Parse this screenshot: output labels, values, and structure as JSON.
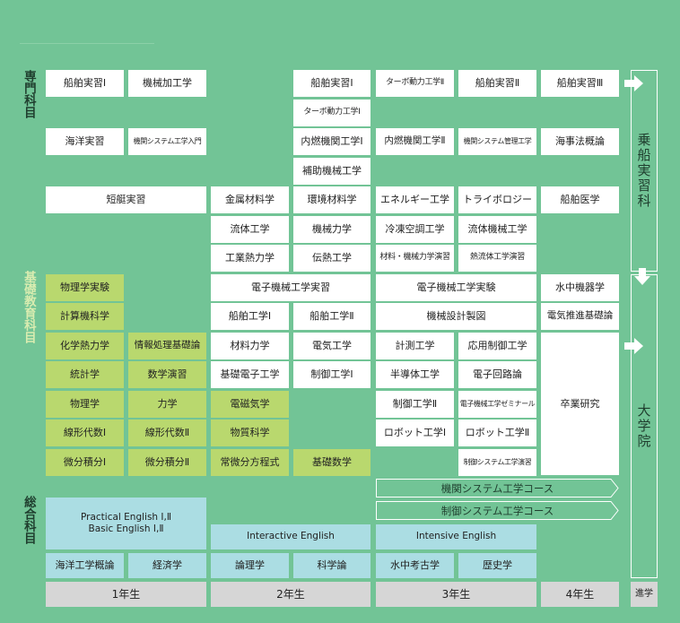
{
  "categories": {
    "senmon": "専門科目",
    "kiso": "基礎教育科目",
    "sogo": "総合科目"
  },
  "right_labels": {
    "josen": "乗船実習科",
    "daigakuin": "大学院",
    "shingaku": "進学"
  },
  "years": [
    "1年生",
    "2年生",
    "3年生",
    "4年生"
  ],
  "courses": {
    "kikan": "機関システム工学コース",
    "seigyo": "制御システム工学コース"
  },
  "subjects": {
    "s1": "船舶実習Ⅰ",
    "s2": "機械加工学",
    "s3": "船舶実習Ⅰ",
    "s4": "ターボ動力工学Ⅱ",
    "s5": "船舶実習Ⅱ",
    "s6": "船舶実習Ⅲ",
    "s7": "ターボ動力工学Ⅰ",
    "s8": "海洋実習",
    "s9": "機関システム工学入門",
    "s10": "内燃機関工学Ⅰ",
    "s11": "内燃機関工学Ⅱ",
    "s12": "機関システム管理工学",
    "s13": "海事法概論",
    "s14": "補助機械工学",
    "s15": "短艇実習",
    "s16": "金属材料学",
    "s17": "環境材料学",
    "s18": "エネルギー工学",
    "s19": "トライボロジー",
    "s20": "船舶医学",
    "s21": "流体工学",
    "s22": "機械力学",
    "s23": "冷凍空調工学",
    "s24": "流体機械工学",
    "s25": "工業熱力学",
    "s26": "伝熱工学",
    "s27": "材料・機械力学演習",
    "s28": "熱流体工学演習",
    "s29": "物理学実験",
    "s30": "電子機械工学実習",
    "s31": "電子機械工学実験",
    "s32": "水中機器学",
    "s33": "計算機科学",
    "s34": "船舶工学Ⅰ",
    "s35": "船舶工学Ⅱ",
    "s36": "機械設計製図",
    "s37": "電気推進基礎論",
    "s38": "化学熱力学",
    "s39": "情報処理基礎論",
    "s40": "材料力学",
    "s41": "電気工学",
    "s42": "計測工学",
    "s43": "応用制御工学",
    "s44": "統計学",
    "s45": "数学演習",
    "s46": "基礎電子工学",
    "s47": "制御工学Ⅰ",
    "s48": "半導体工学",
    "s49": "電子回路論",
    "s50": "卒業研究",
    "s51": "物理学",
    "s52": "力学",
    "s53": "電磁気学",
    "s54": "制御工学Ⅱ",
    "s55": "電子機械工学ゼミナール",
    "s56": "線形代数Ⅰ",
    "s57": "線形代数Ⅱ",
    "s58": "物質科学",
    "s59": "ロボット工学Ⅰ",
    "s60": "ロボット工学Ⅱ",
    "s61": "微分積分Ⅰ",
    "s62": "微分積分Ⅱ",
    "s63": "常微分方程式",
    "s64": "基礎数学",
    "s65": "制御システム工学演習",
    "s66a": "Practical English Ⅰ,Ⅱ",
    "s66b": "Basic English Ⅰ,Ⅱ",
    "s67": "Interactive English",
    "s68": "Intensive English",
    "s69": "海洋工学概論",
    "s70": "経済学",
    "s71": "論理学",
    "s72": "科学論",
    "s73": "水中考古学",
    "s74": "歴史学"
  },
  "colors": {
    "background": "#72c496",
    "specialized": "#ffffff",
    "basic": "#b9d86e",
    "general": "#abdde3",
    "year": "#d6d6d6"
  }
}
